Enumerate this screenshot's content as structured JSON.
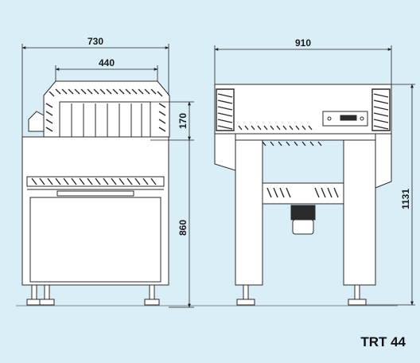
{
  "diagram": {
    "dimensions": {
      "front_width": "730",
      "tunnel_width": "440",
      "tunnel_height": "170",
      "table_height": "860",
      "side_length": "910",
      "total_height": "1131"
    },
    "model": "TRT 44",
    "colors": {
      "background": "#daeef8",
      "machine_fill": "#ffffff",
      "line": "#2a2a2a"
    }
  }
}
